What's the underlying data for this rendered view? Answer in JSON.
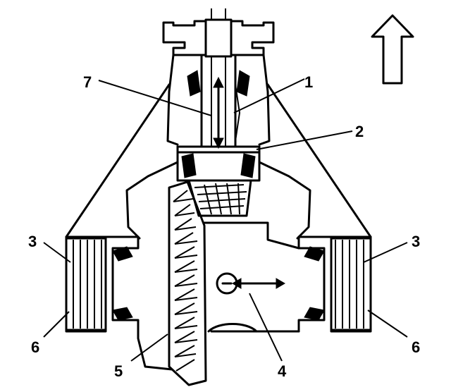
{
  "callouts": {
    "c1": "1",
    "c2": "2",
    "c3_left": "3",
    "c3_right": "3",
    "c4": "4",
    "c5": "5",
    "c6_left": "6",
    "c6_right": "6",
    "c7": "7"
  },
  "colors": {
    "ink": "#000000",
    "paper": "#ffffff"
  },
  "icons": {
    "direction": "up-arrow-icon"
  }
}
